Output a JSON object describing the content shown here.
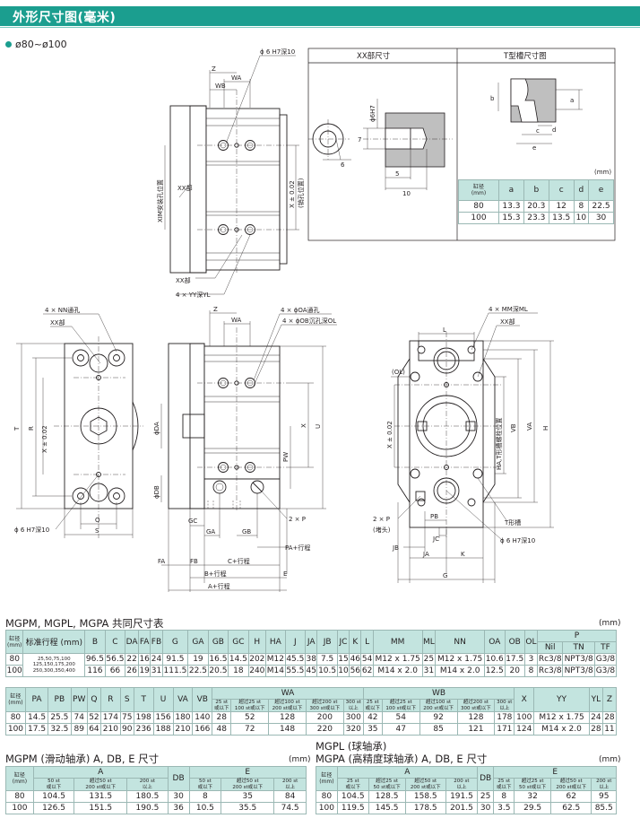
{
  "title": "外形尺寸图(毫米)",
  "bore_range": "ø80~ø100",
  "drawing": {
    "top": {
      "hole": "ϕ 6 H7深10",
      "z": "Z",
      "wa": "WA",
      "wb": "WB",
      "xm_note": "XIM安装孔位置",
      "xtol": "X ± 0.02",
      "pin_note": "(销孔位置)",
      "xx": "XX部",
      "yy": "4 × YY深YL"
    },
    "xx_box": {
      "title": "XX部尺寸",
      "h7": "ϕ6H7",
      "d7": "7",
      "d6": "6",
      "d5": "5",
      "d10": "10"
    },
    "t_box": {
      "title": "T型槽尺寸图",
      "a": "a",
      "b": "b",
      "c": "c",
      "d": "d",
      "e": "e",
      "unit": "(mm)",
      "headers": [
        "缸径\n(mm)",
        "a",
        "b",
        "c",
        "d",
        "e"
      ],
      "rows": [
        [
          "80",
          "13.3",
          "20.3",
          "12",
          "8",
          "22.5"
        ],
        [
          "100",
          "15.3",
          "23.3",
          "13.5",
          "10",
          "30"
        ]
      ]
    },
    "left": {
      "nn": "4 × NN通孔",
      "xx": "XX部",
      "t": "T",
      "r": "R",
      "xtol": "X ± 0.02",
      "q": "Q",
      "s": "S",
      "hole": "ϕ 6 H7深10"
    },
    "mid": {
      "z": "Z",
      "wa": "WA",
      "oa": "4 × ϕOA通孔",
      "ob": "4 × ϕOB沉孔深OL",
      "da": "ϕDA",
      "db": "ϕDB",
      "x": "X",
      "u": "U",
      "pw": "PW",
      "gc": "GC",
      "ga": "GA",
      "gb": "GB",
      "p": "2 × P",
      "fa": "FA",
      "fb": "FB",
      "c": "C+行程",
      "pa": "PA+行程",
      "b": "B+行程",
      "e": "E",
      "a": "A+行程"
    },
    "right": {
      "l": "L",
      "mm": "4 × MM深ML",
      "xx": "XX部",
      "ol": "(OL)",
      "xtol": "X ± 0.02",
      "ha": "HA,T形槽螺栓位置",
      "vb": "VB",
      "va": "VA",
      "h": "H",
      "p": "2 × P",
      "plug": "(堵头)",
      "pb": "PB",
      "jc": "JC",
      "jb": "JB",
      "ja": "JA",
      "k": "K",
      "g": "G",
      "t_slot": "T形槽",
      "hole": "ϕ 6 H7深10"
    }
  },
  "table1": {
    "caption": "MGPM, MGPL, MGPA 共同尺寸表",
    "unit": "(mm)",
    "headers": [
      "缸径\n(mm)",
      "标准行程 (mm)",
      "B",
      "C",
      "DA",
      "FA",
      "FB",
      "G",
      "GA",
      "GB",
      "GC",
      "H",
      "HA",
      "J",
      "JA",
      "JB",
      "JC",
      "K",
      "L",
      "MM",
      "ML",
      "NN",
      "OA",
      "OB",
      "OL",
      "P"
    ],
    "p_sub": [
      "Nil",
      "TN",
      "TF"
    ],
    "rows": [
      [
        "80",
        "25,50,75,100\n125,150,175,200\n250,300,350,400",
        "96.5",
        "56.5",
        "22",
        "16",
        "24",
        "91.5",
        "19",
        "16.5",
        "14.5",
        "202",
        "M12",
        "45.5",
        "38",
        "7.5",
        "15",
        "46",
        "54",
        "M12 x 1.75",
        "25",
        "M12 x 1.75",
        "10.6",
        "17.5",
        "3",
        "Rc3/8",
        "NPT3/8",
        "G3/8"
      ],
      [
        "100",
        "",
        "116",
        "66",
        "26",
        "19",
        "31",
        "111.5",
        "22.5",
        "20.5",
        "18",
        "240",
        "M14",
        "55.5",
        "45",
        "10.5",
        "10",
        "56",
        "62",
        "M14 x 2.0",
        "31",
        "M14 x 2.0",
        "12.5",
        "20",
        "8",
        "Rc3/8",
        "NPT3/8",
        "G3/8"
      ]
    ]
  },
  "table2": {
    "headers": [
      "缸径\n(mm)",
      "PA",
      "PB",
      "PW",
      "Q",
      "R",
      "S",
      "T",
      "U",
      "VA",
      "VB",
      "WA",
      "WB",
      "X",
      "YY",
      "YL",
      "Z"
    ],
    "stroke_sub": [
      "25 st\n或以下",
      "超过25 st\n100 st或以下",
      "超过100 st\n200 st或以下",
      "超过200 st\n300 st或以下",
      "300 st\n以上"
    ],
    "rows": [
      [
        "80",
        "14.5",
        "25.5",
        "74",
        "52",
        "174",
        "75",
        "198",
        "156",
        "180",
        "140",
        "28",
        "52",
        "128",
        "200",
        "300",
        "42",
        "54",
        "92",
        "128",
        "178",
        "100",
        "M12 x 1.75",
        "24",
        "28"
      ],
      [
        "100",
        "17.5",
        "32.5",
        "89",
        "64",
        "210",
        "90",
        "236",
        "188",
        "210",
        "166",
        "48",
        "72",
        "148",
        "220",
        "320",
        "35",
        "47",
        "85",
        "121",
        "171",
        "124",
        "M14 x 2.0",
        "28",
        "11"
      ]
    ]
  },
  "table3": {
    "caption": "MGPM (滑动轴承) A, DB, E 尺寸",
    "unit": "(mm)",
    "headers": [
      "缸径\n(mm)",
      "A",
      "DB",
      "E"
    ],
    "a_sub": [
      "50 st\n或以下",
      "超过50 st\n200 st或以下",
      "200 st\n以上"
    ],
    "e_sub": [
      "50 st\n或以下",
      "超过50 st\n200 st或以下",
      "200 st\n以上"
    ],
    "rows": [
      [
        "80",
        "104.5",
        "131.5",
        "180.5",
        "30",
        "8",
        "35",
        "84"
      ],
      [
        "100",
        "126.5",
        "151.5",
        "190.5",
        "36",
        "10.5",
        "35.5",
        "74.5"
      ]
    ]
  },
  "table4": {
    "caption1": "MGPL (球轴承)",
    "caption2": "MGPA (高精度球轴承) A, DB, E 尺寸",
    "unit": "(mm)",
    "headers": [
      "缸径\n(mm)",
      "A",
      "DB",
      "E"
    ],
    "a_sub": [
      "25 st\n或以下",
      "超过25 st\n50 st或以下",
      "超过50 st\n200 st或以下",
      "200 st\n以上"
    ],
    "e_sub": [
      "25 st\n或以下",
      "超过25 st\n50 st或以下",
      "超过50 st\n200 st或以下",
      "200 st\n以上"
    ],
    "rows": [
      [
        "80",
        "104.5",
        "128.5",
        "158.5",
        "191.5",
        "25",
        "8",
        "32",
        "62",
        "95"
      ],
      [
        "100",
        "119.5",
        "145.5",
        "178.5",
        "201.5",
        "30",
        "3.5",
        "29.5",
        "62.5",
        "85.5"
      ]
    ]
  }
}
